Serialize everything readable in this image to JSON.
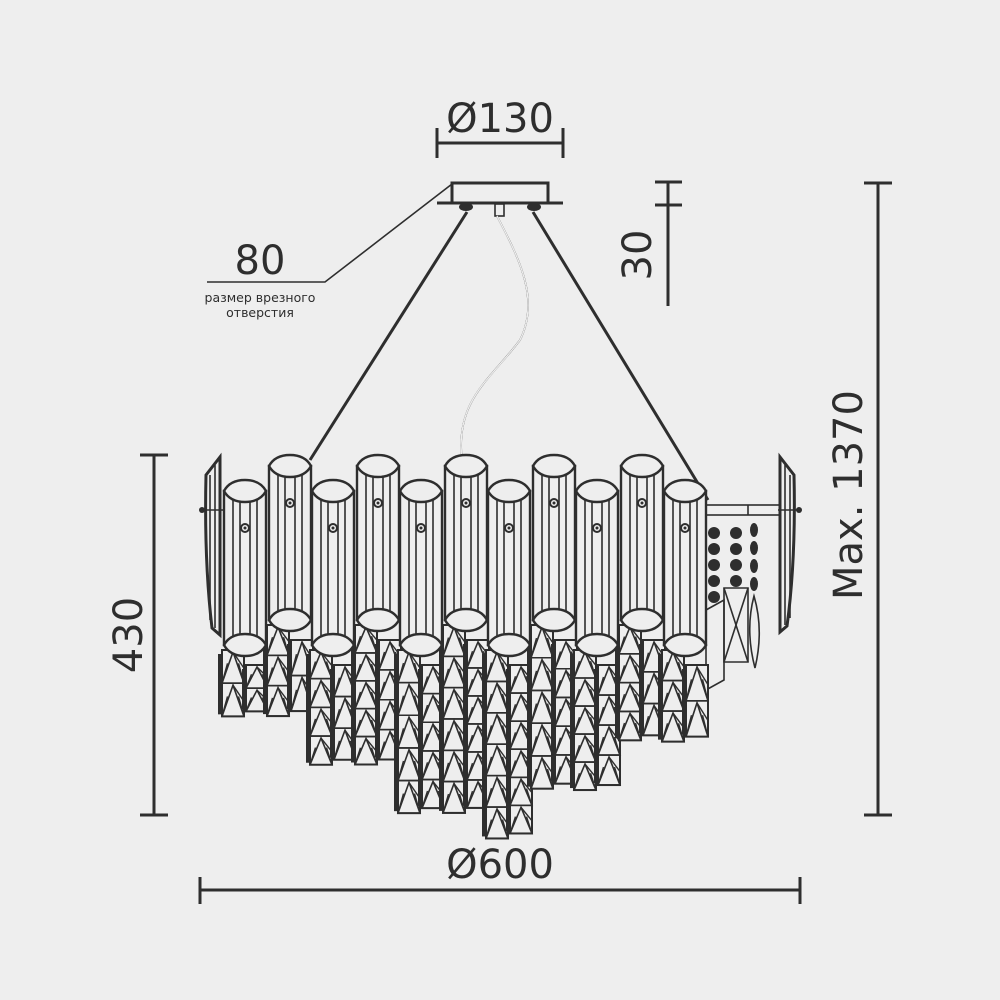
{
  "drawing": {
    "subject": "pendant crystal chandelier dimension drawing",
    "line_color": "#2e2e2e",
    "background": "#eeeeee"
  },
  "dimensions": {
    "canopy_diameter": {
      "label": "Ø130",
      "value_mm": 130
    },
    "canopy_height": {
      "label": "30",
      "value_mm": 30
    },
    "max_height": {
      "label": "Max. 1370",
      "value_mm": 1370
    },
    "body_height": {
      "label": "430",
      "value_mm": 430
    },
    "body_diameter": {
      "label": "Ø600",
      "value_mm": 600
    },
    "cutout": {
      "label": "80",
      "value_mm": 80,
      "caption_line1": "размер врезного",
      "caption_line2": "отверстия"
    }
  },
  "fixture": {
    "tall_bar_centers": [
      290,
      378,
      466,
      554,
      642
    ],
    "short_bar_centers": [
      245,
      333,
      421,
      509,
      597,
      685
    ]
  }
}
